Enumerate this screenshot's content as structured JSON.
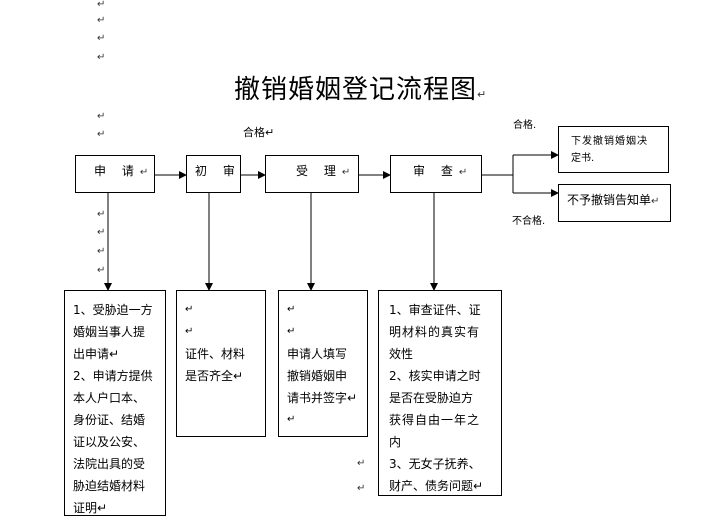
{
  "title": "撤销婚姻登记流程图",
  "paragraph_mark": "↵",
  "labels": {
    "qualified_top": "合格",
    "qualified_right": "合格",
    "unqualified": "不合格"
  },
  "steps": {
    "apply": "申 请",
    "initial": "初 审",
    "accept": "受 理",
    "review": "审 查"
  },
  "outcomes": {
    "decision": [
      "下发撤销婚姻决",
      "定书"
    ],
    "rejection": "不予撤销告知单"
  },
  "details": {
    "apply": [
      "1、受胁迫一方",
      "婚姻当事人提",
      "出申请",
      "2、申请方提供",
      "本人户口本、",
      "身份证、结婚",
      "证以及公安、",
      "法院出具的受",
      "胁迫结婚材料",
      "证明"
    ],
    "initial": [
      "证件、材料",
      "是否齐全"
    ],
    "accept": [
      "申请人填写",
      "撤销婚姻申",
      "请书并签字"
    ],
    "review": [
      "1、审查证件、证",
      "明材料的真实有",
      "效性",
      "2、核实申请之时",
      "是否在受胁迫方",
      "获得自由一年之",
      "内",
      "3、无女子抚养、",
      "财产、债务问题"
    ]
  }
}
